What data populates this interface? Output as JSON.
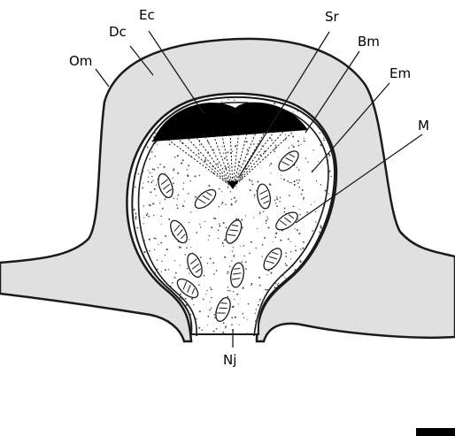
{
  "labels": {
    "om": "Om",
    "dc": "Dc",
    "ec": "Ec",
    "sr": "Sr",
    "bm": "Bm",
    "em": "Em",
    "m": "M",
    "nj": "Nj"
  },
  "colors": {
    "outer_tissue": "#e0e0e0",
    "lumen": "#ffffff",
    "cap": "#000000",
    "stroke": "#1a1a1a",
    "stipple": "#444444"
  },
  "structures": {
    "mitochondria_count": 12,
    "sr_ray_count": 15
  }
}
